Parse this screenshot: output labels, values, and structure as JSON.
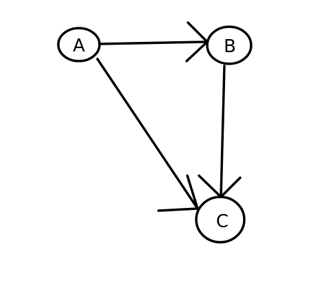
{
  "diagram": {
    "nodes": [
      {
        "id": "A",
        "label": "A"
      },
      {
        "id": "B",
        "label": "B"
      },
      {
        "id": "C",
        "label": "C"
      }
    ],
    "edges": [
      {
        "from": "A",
        "to": "B"
      },
      {
        "from": "B",
        "to": "C"
      },
      {
        "from": "A",
        "to": "C"
      }
    ]
  },
  "colors": {
    "stroke": "#000000",
    "background": "#ffffff"
  }
}
